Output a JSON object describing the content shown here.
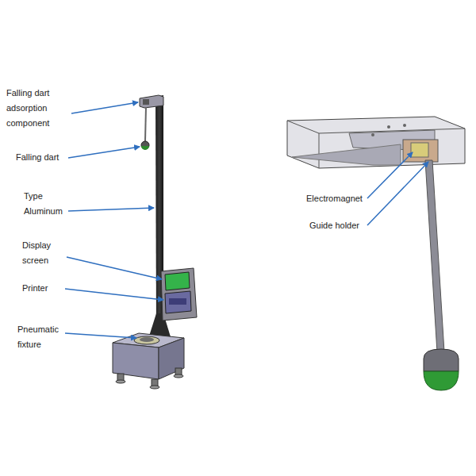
{
  "diagram": {
    "labels": [
      "Falling dart adsorption component",
      "Falling dart",
      "Type Aluminum",
      "Display screen",
      "Printer",
      "Pneumatic fixture",
      "Electromagnet",
      "Guide holder"
    ]
  }
}
